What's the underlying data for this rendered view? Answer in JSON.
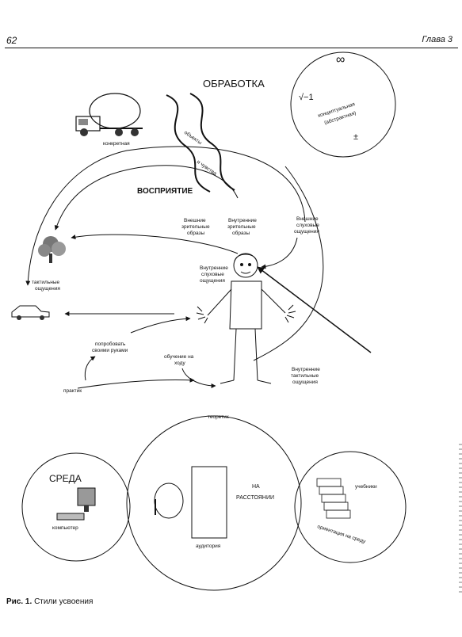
{
  "header": {
    "page_number": "62",
    "chapter": "Глава 3"
  },
  "labels": {
    "processing": "ОБРАБОТКА",
    "perception": "ВОСПРИЯТИЕ",
    "concrete": "конкретная",
    "objects": "объекты",
    "feelings": "и чувства",
    "infinity": "∞",
    "sqrt": "√−1",
    "plusminus": "±",
    "conceptual1": "концептуальная",
    "conceptual2": "(абстрактная)",
    "ext_visual": [
      "Внешние",
      "зрительные",
      "образы"
    ],
    "int_visual": [
      "Внутренние",
      "зрительные",
      "образы"
    ],
    "ext_auditory": [
      "Внешние",
      "слуховые",
      "ощущения"
    ],
    "int_auditory": [
      "Внутренние",
      "слуховые",
      "ощущения"
    ],
    "tactile": [
      "тактильные",
      "ощущения"
    ],
    "try_hands": [
      "попробовать",
      "своими руками"
    ],
    "learn_go": [
      "обучение на",
      "ходу"
    ],
    "int_tactile": [
      "Внутренние",
      "тактильные",
      "ощущения"
    ],
    "practitioner": "практик",
    "theorist": "теоретик",
    "environment": "СРЕДА",
    "computer": "компьютер",
    "distance": [
      "НА",
      "РАССТОЯНИИ"
    ],
    "auditorium": "аудитория",
    "textbooks": "учебники",
    "orientation": "ориентация на среду"
  },
  "caption": {
    "prefix": "Рис. 1.",
    "text": "Стили усвоения"
  }
}
